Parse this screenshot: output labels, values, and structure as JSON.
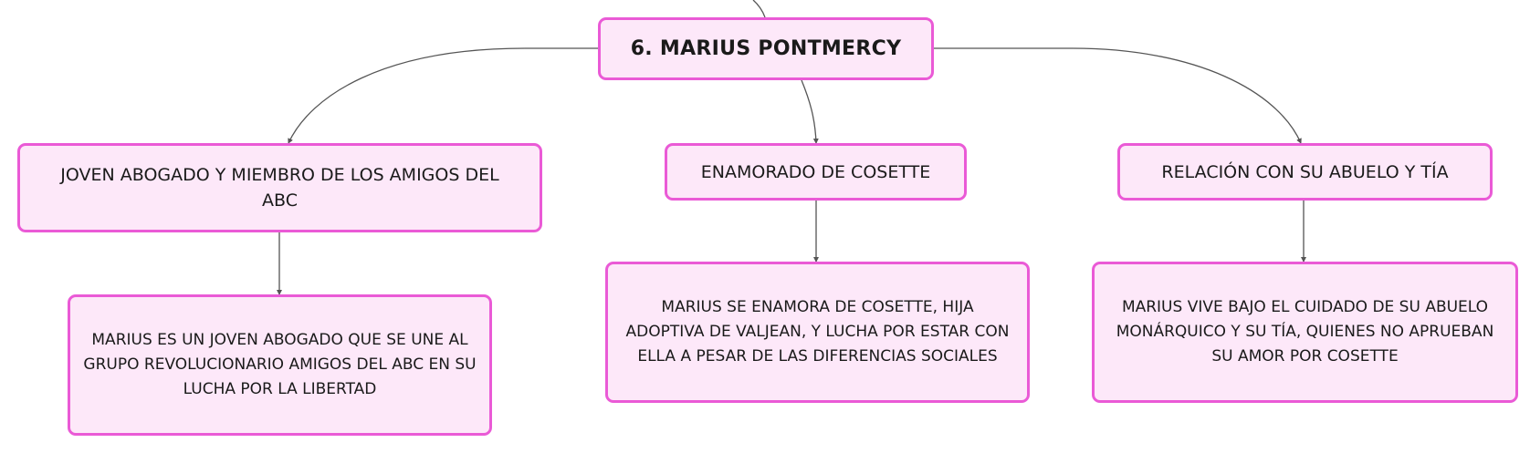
{
  "mindmap": {
    "root": {
      "label": "6. MARIUS PONTMERCY"
    },
    "branches": [
      {
        "label": "JOVEN ABOGADO Y MIEMBRO DE LOS AMIGOS DEL ABC",
        "detail": "MARIUS ES UN JOVEN ABOGADO QUE SE UNE AL GRUPO REVOLUCIONARIO AMIGOS DEL ABC EN SU LUCHA POR LA LIBERTAD"
      },
      {
        "label": "ENAMORADO DE COSETTE",
        "detail": "MARIUS SE ENAMORA DE COSETTE, HIJA ADOPTIVA DE VALJEAN, Y LUCHA POR ESTAR CON ELLA A PESAR DE LAS DIFERENCIAS SOCIALES"
      },
      {
        "label": "RELACIÓN CON SU ABUELO Y TÍA",
        "detail": "MARIUS VIVE BAJO EL CUIDADO DE SU ABUELO MONÁRQUICO Y SU TÍA, QUIENES NO APRUEBAN SU AMOR POR COSETTE"
      }
    ]
  },
  "colors": {
    "node_fill": "#fde8f9",
    "node_border": "#ea5ad6",
    "connector": "#555555",
    "text": "#1a1a1a"
  }
}
